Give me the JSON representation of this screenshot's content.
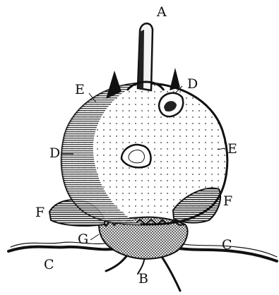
{
  "labels": {
    "a": "A",
    "b": "B",
    "c_left": "C",
    "c_right": "C",
    "d_left": "D",
    "d_right": "D",
    "e_left": "E",
    "e_right": "E",
    "f_left": "F",
    "f_right": "F",
    "g": "G"
  },
  "colors": {
    "ink": "#111111",
    "paper": "#ffffff",
    "shade": "#2a2a2a"
  }
}
